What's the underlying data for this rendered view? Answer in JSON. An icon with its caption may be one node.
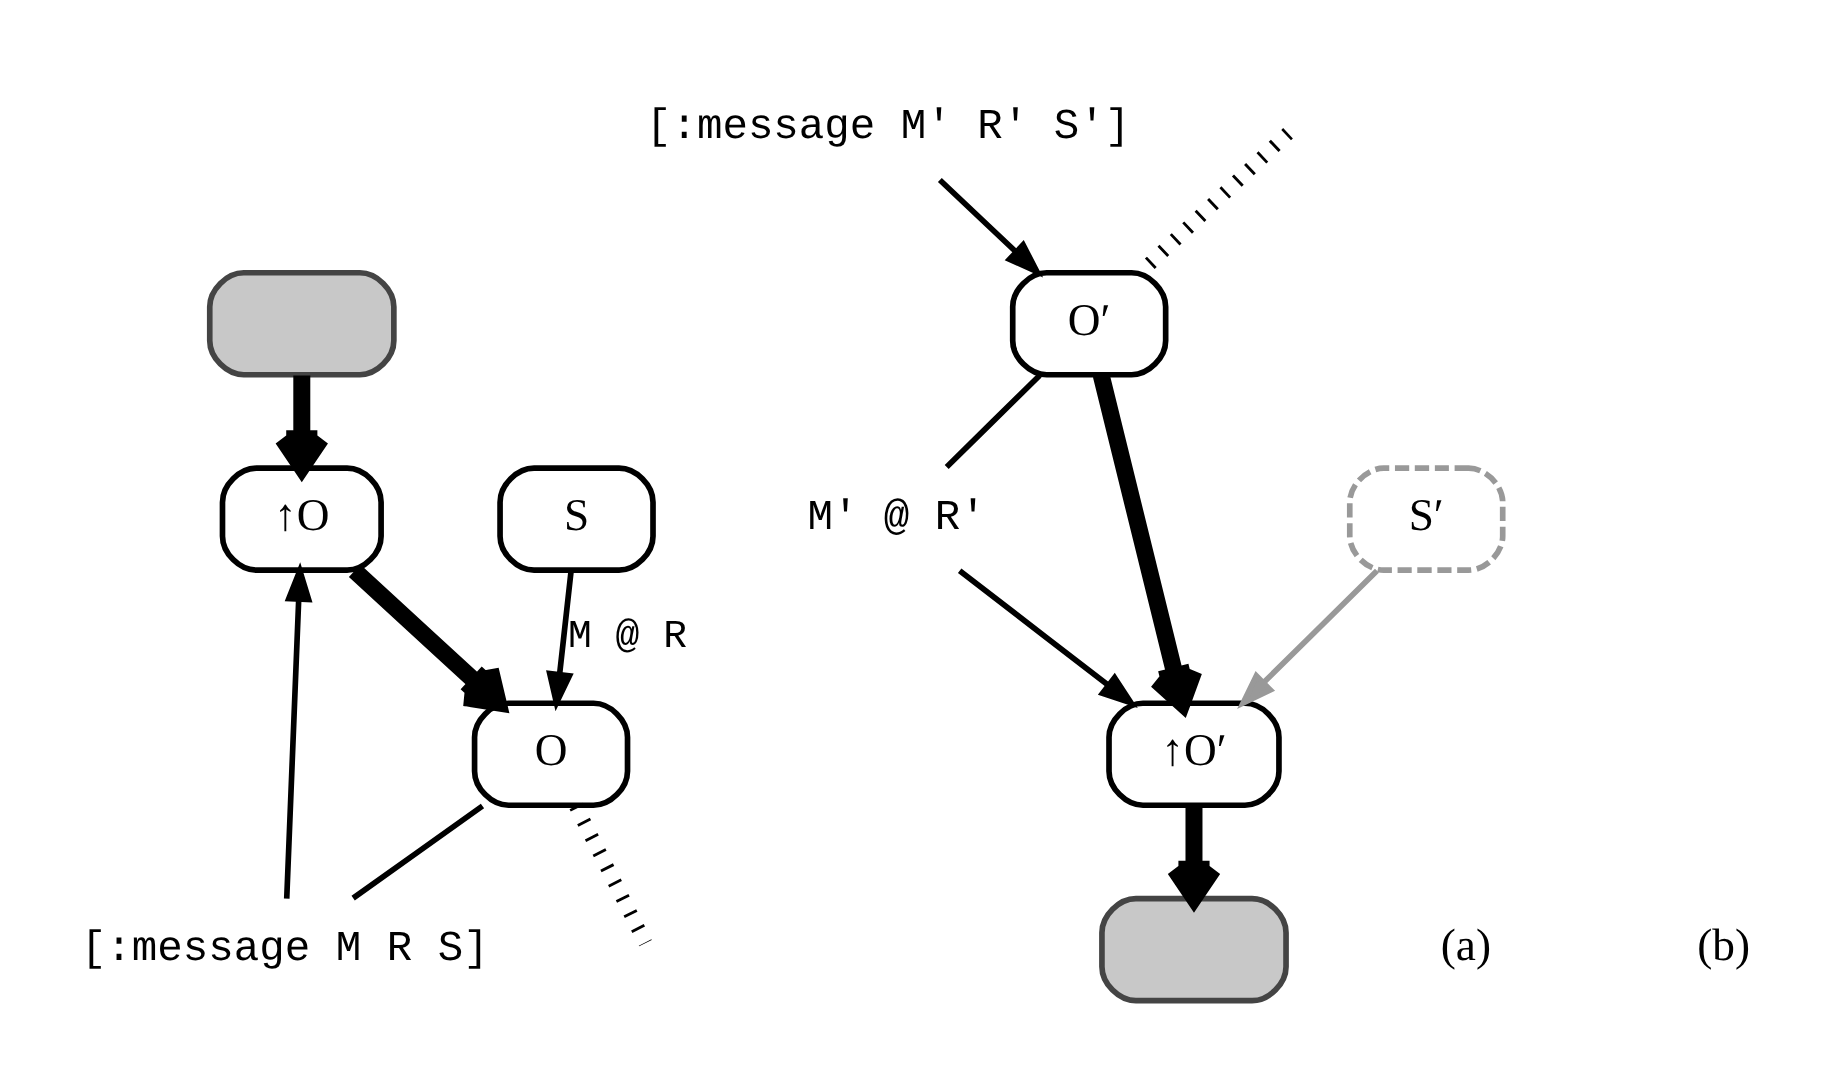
{
  "diagram": {
    "nodes": [
      {
        "text": [],
        "shape": "box"
      },
      {
        "text": [
          "↑O"
        ]
      },
      {
        "text": [
          "[:message M R S]"
        ]
      },
      {
        "text": [
          "O"
        ]
      },
      {
        "text": [
          "S"
        ]
      },
      {
        "text": [
          "[:message M′ R′ S′]"
        ]
      },
      {
        "text": [
          "O′"
        ]
      },
      {
        "text": [
          "M′ @ R′"
        ]
      },
      {
        "text": [
          "↑O′"
        ]
      },
      {
        "text": [
          "S′"
        ]
      },
      {
        "text": [],
        "shape": "box"
      }
    ],
    "edges": [
      {
        "from": 0,
        "to": 1,
        "arrow": "to",
        "style": "thick"
      },
      {
        "from": 1,
        "to": 3,
        "arrow": "to",
        "style": "thick"
      },
      {
        "from": 3,
        "to": null,
        "arrow": "none",
        "style": "dashed"
      },
      {
        "from": 3,
        "to": 2,
        "arrow": "none"
      },
      {
        "from": 2,
        "to": 1,
        "arrow": "to"
      },
      {
        "from": 4,
        "to": 3,
        "arrow": "to",
        "label": "M @ R"
      },
      {
        "from": null,
        "to": 6,
        "arrow": "none",
        "style": "dashed"
      },
      {
        "from": 5,
        "to": 6,
        "arrow": "to"
      },
      {
        "from": 6,
        "to": 7,
        "arrow": "none"
      },
      {
        "from": 7,
        "to": 8,
        "arrow": "to"
      },
      {
        "from": 9,
        "to": 8,
        "arrow": "to",
        "color": "#999999"
      },
      {
        "from": 6,
        "to": 8,
        "arrow": "to",
        "style": "thick"
      },
      {
        "from": 8,
        "to": 10,
        "arrow": "to",
        "style": "thick"
      }
    ],
    "labels": [
      "(a)",
      "(b)"
    ]
  }
}
